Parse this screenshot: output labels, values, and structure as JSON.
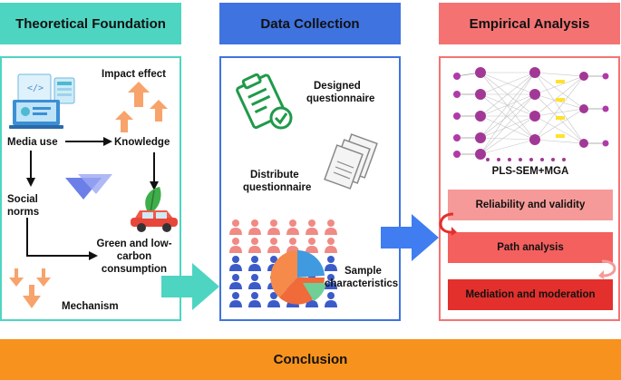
{
  "headers": {
    "theory": "Theoretical Foundation",
    "data": "Data Collection",
    "empirical": "Empirical Analysis"
  },
  "theory": {
    "impact_effect": "Impact effect",
    "media_use": "Media use",
    "knowledge": "Knowledge",
    "social": "Social",
    "norms": "norms",
    "green_line1": "Green and low-",
    "green_line2": "carbon",
    "green_line3": "consumption",
    "mechanism": "Mechanism"
  },
  "data": {
    "designed_line1": "Designed",
    "designed_line2": "questionnaire",
    "distribute_line1": "Distribute",
    "distribute_line2": "questionnaire",
    "sample_line1": "Sample",
    "sample_line2": "characteristics"
  },
  "empirical": {
    "model_title": "PLS-SEM+MGA",
    "reliability": "Reliability and validity",
    "path": "Path analysis",
    "mediation": "Mediation and moderation"
  },
  "conclusion": "Conclusion",
  "colors": {
    "teal": "#4dd5c2",
    "blue": "#3f73e0",
    "coral": "#f47372",
    "orange": "#f7921e"
  }
}
